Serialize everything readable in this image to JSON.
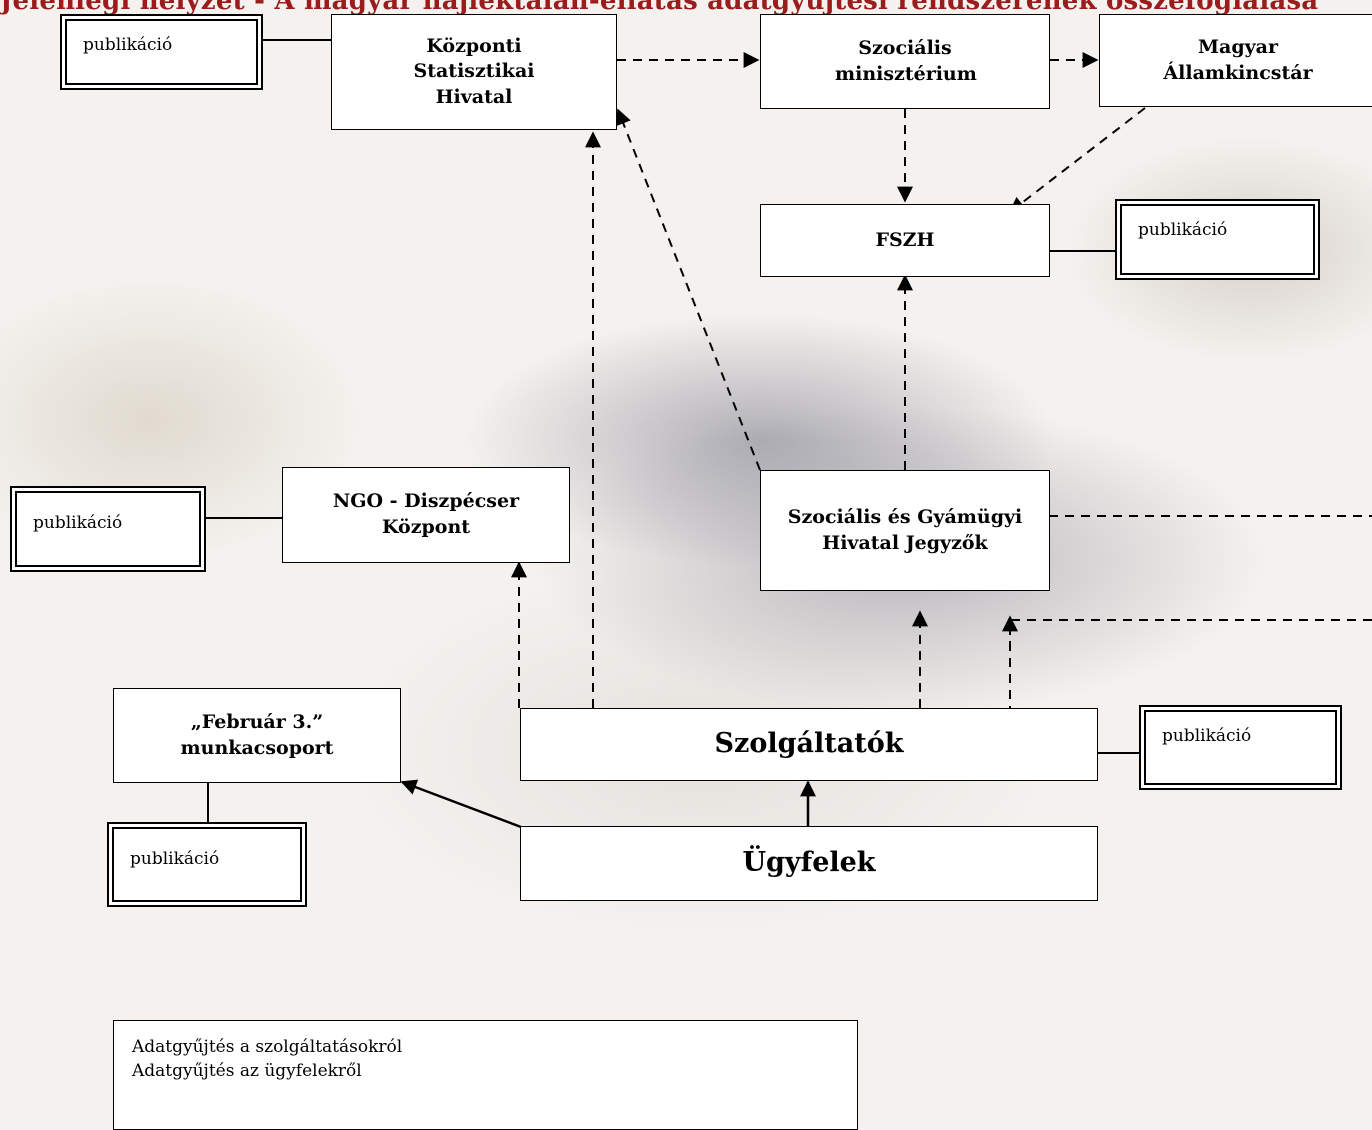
{
  "title": "Jelenlegi helyzet - A magyar hajléktalan-ellátás adatgyűjtési rendszerének összefoglalása",
  "nodes": {
    "ksh": "Központi Statisztikai Hivatal",
    "szoc_min": "Szociális minisztérium",
    "mak": "Magyar Államkincstár",
    "fszh": "FSZH",
    "ngo": "NGO - Diszpécser Központ",
    "szgyh": "Szociális és Gyámügyi Hivatal Jegyzők",
    "feb3": "„Február 3.” munkacsoport",
    "szolg": "Szolgáltatók",
    "ugyfelek": "Ügyfelek"
  },
  "publication_label": "publikáció",
  "legend": {
    "dashed_label": "Adatgyűjtés a szolgáltatásokról",
    "solid_label": "Adatgyűjtés az ügyfelekről"
  },
  "colors": {
    "title": "#9b1c1c",
    "line": "#000000",
    "box_fill": "#ffffff"
  }
}
